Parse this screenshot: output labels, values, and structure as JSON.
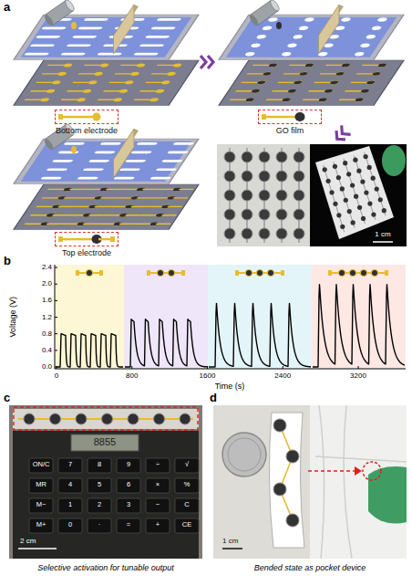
{
  "diagram": {
    "nodes": [
      {
        "text": [
          "Bottom electrode"
        ]
      },
      {
        "text": [
          "GO film"
        ]
      },
      {
        "text": [
          "Top electrode"
        ]
      }
    ],
    "labels": [
      "a",
      "1 cm",
      "b",
      "2.4",
      "2.0",
      "1.6",
      "1.2",
      "0.8",
      "0.4",
      "0.0",
      "Voltage (V)",
      "0",
      "800",
      "1600",
      "2400",
      "3200",
      "Time (s)",
      "c",
      "8855",
      "ON/C",
      "7",
      "8",
      "9",
      "÷",
      "√",
      "MR",
      "4",
      "5",
      "6",
      "×",
      "%",
      "M−",
      "1",
      "2",
      "3",
      "−",
      "C",
      "M+",
      "0",
      "·",
      "=",
      "+",
      "CE",
      "2 cm",
      "Selective activation for tunable output",
      "d",
      "1 cm",
      "Bended state as pocket device"
    ]
  }
}
